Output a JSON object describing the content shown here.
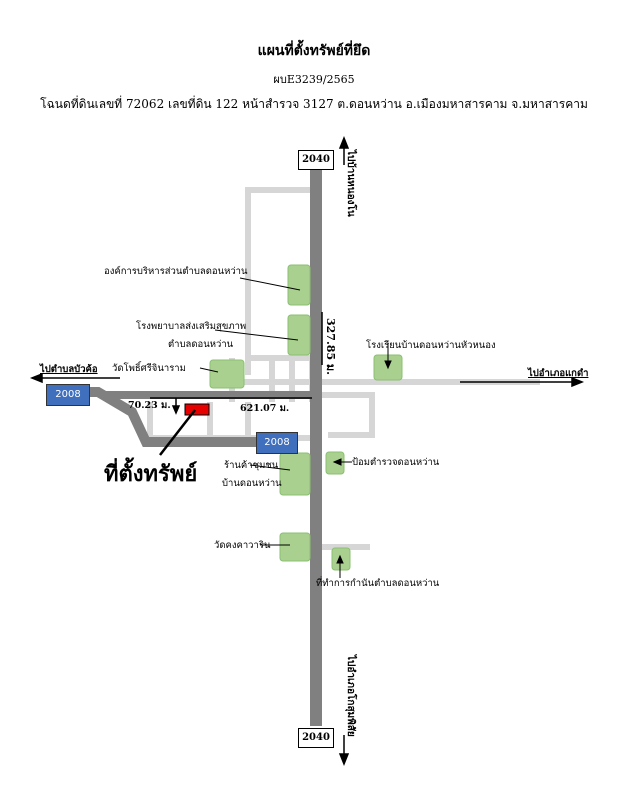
{
  "header": {
    "title": "แผนที่ตั้งทรัพย์ที่ยึด",
    "code": "ผบE3239/2565",
    "deed": "โฉนดที่ดินเลขที่ 72062 เลขที่ดิน 122 หน้าสำรวจ 3127 ต.ดอนหว่าน อ.เมืองมหาสารคาม จ.มหาสารคาม"
  },
  "roads": {
    "road_2040_top": "2040",
    "road_2040_bottom": "2040",
    "road_2008_left": "2008",
    "road_2008_mid": "2008"
  },
  "directions": {
    "north": "ไปบ้านหนองโน",
    "south": "ไปอำเภอโกสุมพิสัย",
    "west": "ไปตำบลบัวค้อ",
    "east": "ไปอำเภอแกดำ"
  },
  "distances": {
    "vertical": "327.85 ม.",
    "horizontal": "621.07 ม.",
    "small": "70.23 ม."
  },
  "landmarks": {
    "sao": "องค์การบริหารส่วนตำบลดอนหว่าน",
    "hospital_line1": "โรงพยาบาลส่งเสริมสุขภาพ",
    "hospital_line2": "ตำบลดอนหว่าน",
    "temple_pho": "วัดโพธิ์ศรีจินาราม",
    "school": "โรงเรียนบ้านดอนหว่านหัวหนอง",
    "police": "ป้อมตำรวจดอนหว่าน",
    "shop_line1": "ร้านค้าชุมชน",
    "shop_line2": "บ้านดอนหว่าน",
    "temple_khong": "วัดคงคาวาริน",
    "kamnan": "ที่ทำการกำนันตำบลดอนหว่าน"
  },
  "property_label": "ที่ตั้งทรัพย์",
  "colors": {
    "main_road": "#808080",
    "side_road": "#d6d6d6",
    "landmark": "#a9d08e",
    "property": "#e60000",
    "road_sign": "#3f6fbd"
  }
}
